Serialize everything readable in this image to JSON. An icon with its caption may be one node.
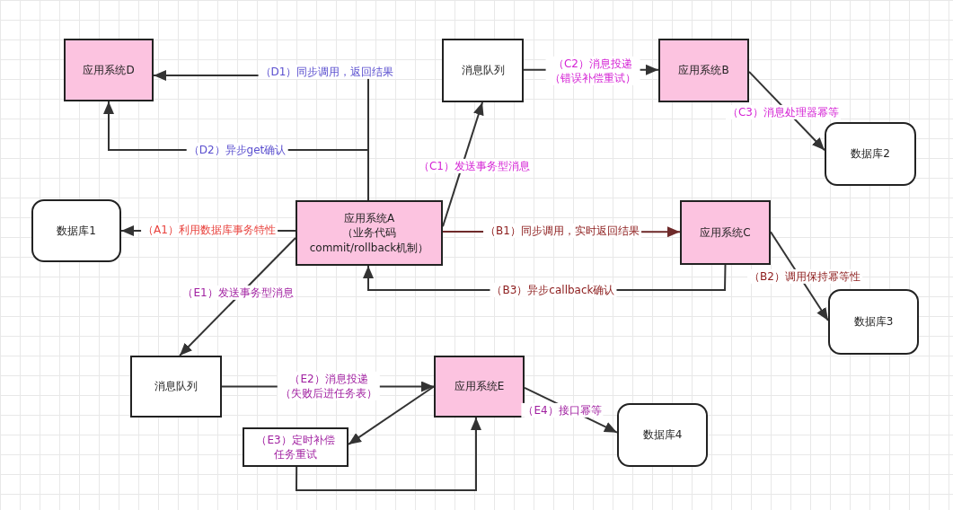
{
  "diagram": {
    "nodes": [
      {
        "text": [
          "应用系统D"
        ]
      },
      {
        "text": [
          "消息队列"
        ]
      },
      {
        "text": [
          "应用系统B"
        ]
      },
      {
        "text": [
          "数据库2"
        ]
      },
      {
        "text": [
          "数据库1"
        ]
      },
      {
        "text": [
          "应用系统A",
          "（业务代码 commit/rollback机制）"
        ]
      },
      {
        "text": [
          "应用系统C"
        ]
      },
      {
        "text": [
          "数据库3"
        ]
      },
      {
        "text": [
          "消息队列"
        ]
      },
      {
        "text": [
          "应用系统E"
        ]
      },
      {
        "text": [
          "（E3）定时补偿任务重试"
        ]
      },
      {
        "text": [
          "数据库4"
        ]
      }
    ],
    "edges": [
      {
        "from": 5,
        "to": 0,
        "arrow": "to",
        "label": "（D1）同步调用，返回结果"
      },
      {
        "from": 5,
        "to": 0,
        "arrow": "to",
        "label": "（D2）异步get确认"
      },
      {
        "from": 5,
        "to": 4,
        "arrow": "to",
        "label": "（A1）利用数据库事务特性"
      },
      {
        "from": 5,
        "to": 1,
        "arrow": "to",
        "label": "（C1）发送事务型消息"
      },
      {
        "from": 1,
        "to": 2,
        "arrow": "to",
        "label": "（C2）消息投递（错误补偿重试）"
      },
      {
        "from": 2,
        "to": 3,
        "arrow": "to",
        "label": "（C3）消息处理器幂等"
      },
      {
        "from": 5,
        "to": 6,
        "arrow": "to",
        "label": "（B1）同步调用，实时返回结果",
        "color": "#6e2a2a"
      },
      {
        "from": 6,
        "to": 5,
        "arrow": "to",
        "label": "（B3）异步callback确认"
      },
      {
        "from": 6,
        "to": 7,
        "arrow": "to",
        "label": "（B2）调用保持幂等性"
      },
      {
        "from": 5,
        "to": 8,
        "arrow": "to",
        "label": "（E1）发送事务型消息"
      },
      {
        "from": 8,
        "to": 9,
        "arrow": "to",
        "label": "（E2）消息投递（失败后进任务表）"
      },
      {
        "from": 9,
        "to": 10,
        "arrow": "to"
      },
      {
        "from": 10,
        "to": 9,
        "arrow": "to"
      },
      {
        "from": 9,
        "to": 11,
        "arrow": "to",
        "label": "（E4）接口幂等"
      }
    ]
  }
}
